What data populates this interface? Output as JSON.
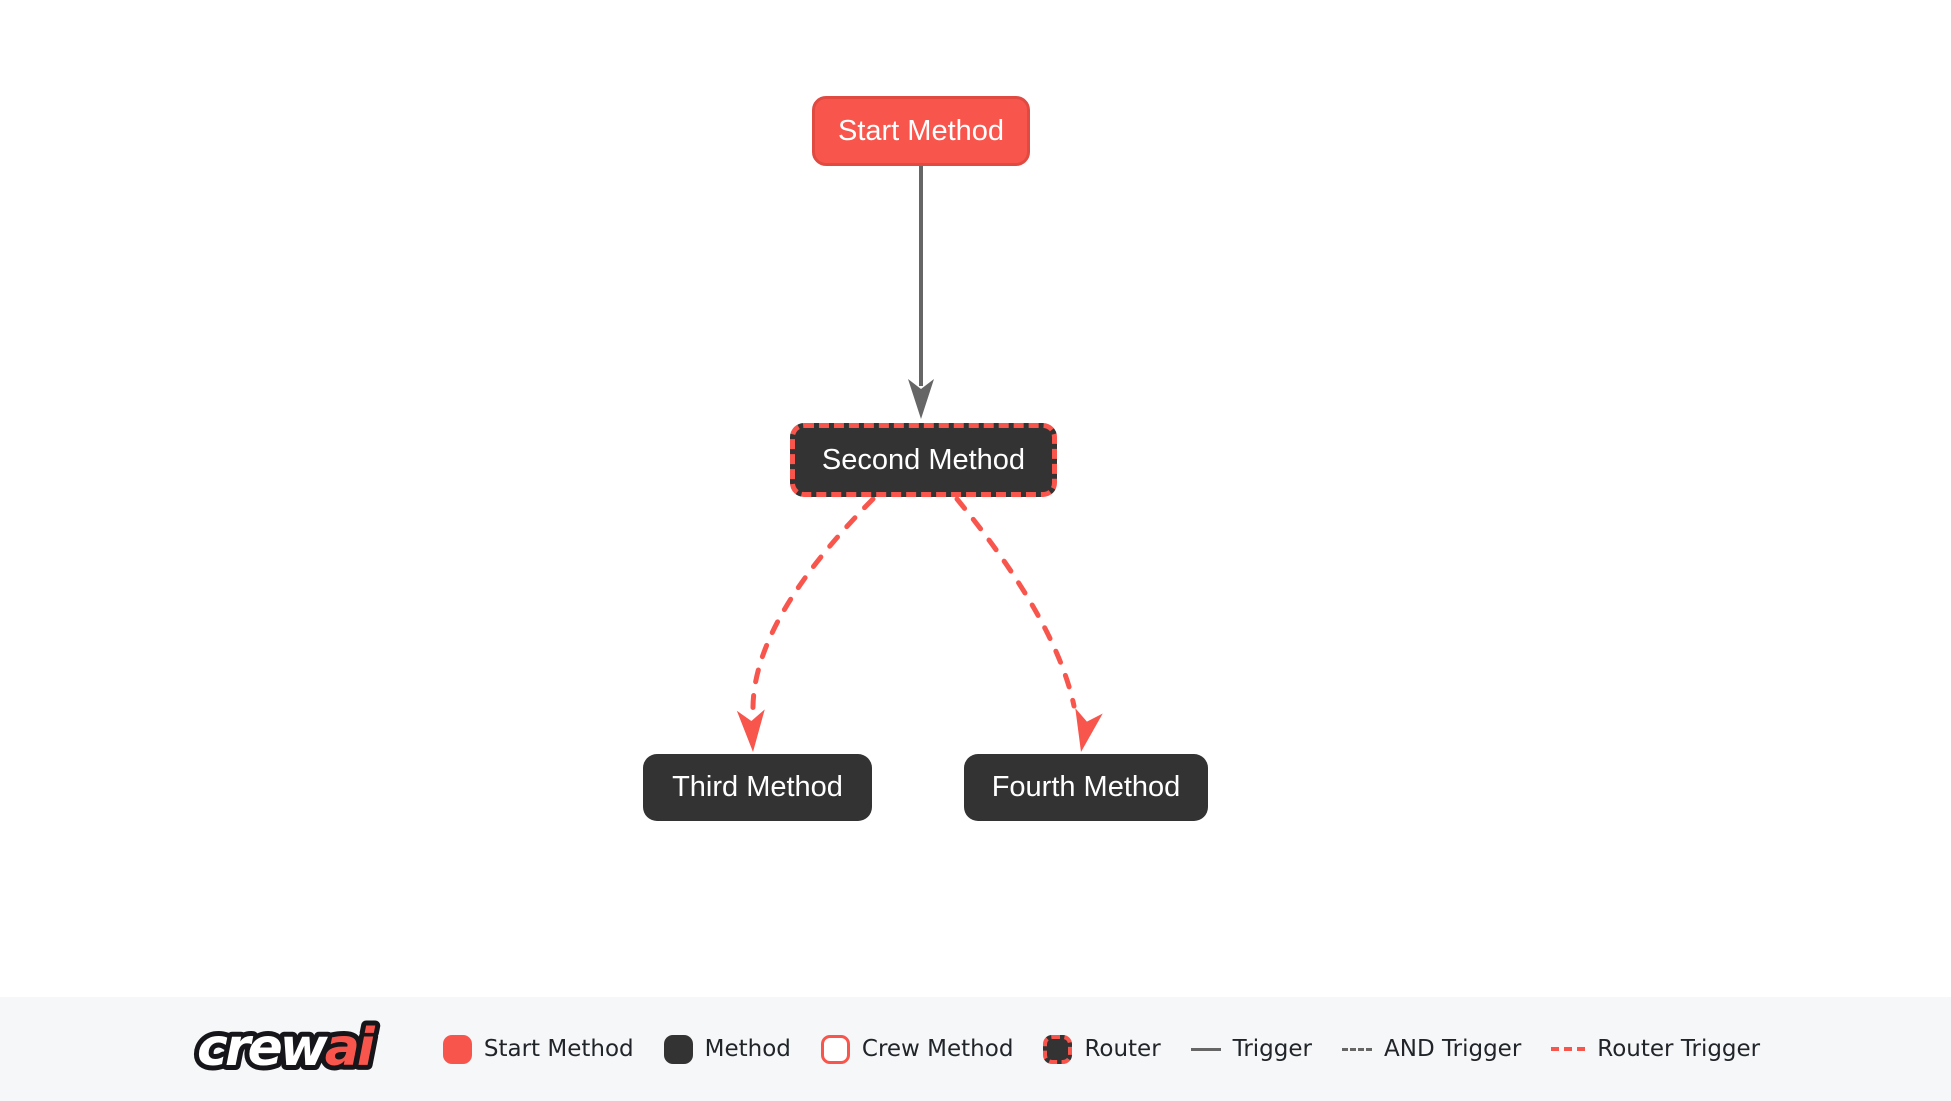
{
  "colors": {
    "accent": "#f8564d",
    "accent_border": "#e04a41",
    "dark_node": "#333333",
    "edge_gray": "#666666",
    "legend_bg": "#f6f7f8",
    "legend_text": "#212529",
    "node_text": "#ffffff",
    "background": "#ffffff"
  },
  "nodes": [
    {
      "id": "start",
      "label": "Start Method",
      "type": "start-method"
    },
    {
      "id": "second",
      "label": "Second Method",
      "type": "router"
    },
    {
      "id": "third",
      "label": "Third Method",
      "type": "method"
    },
    {
      "id": "fourth",
      "label": "Fourth Method",
      "type": "method"
    }
  ],
  "edges": [
    {
      "from": "start",
      "to": "second",
      "type": "trigger"
    },
    {
      "from": "second",
      "to": "third",
      "type": "router-trigger"
    },
    {
      "from": "second",
      "to": "fourth",
      "type": "router-trigger"
    }
  ],
  "legend": {
    "logo": {
      "crew": "crew",
      "ai": "ai"
    },
    "items": [
      {
        "label": "Start Method"
      },
      {
        "label": "Method"
      },
      {
        "label": "Crew Method"
      },
      {
        "label": "Router"
      },
      {
        "label": "Trigger"
      },
      {
        "label": "AND Trigger"
      },
      {
        "label": "Router Trigger"
      }
    ]
  }
}
